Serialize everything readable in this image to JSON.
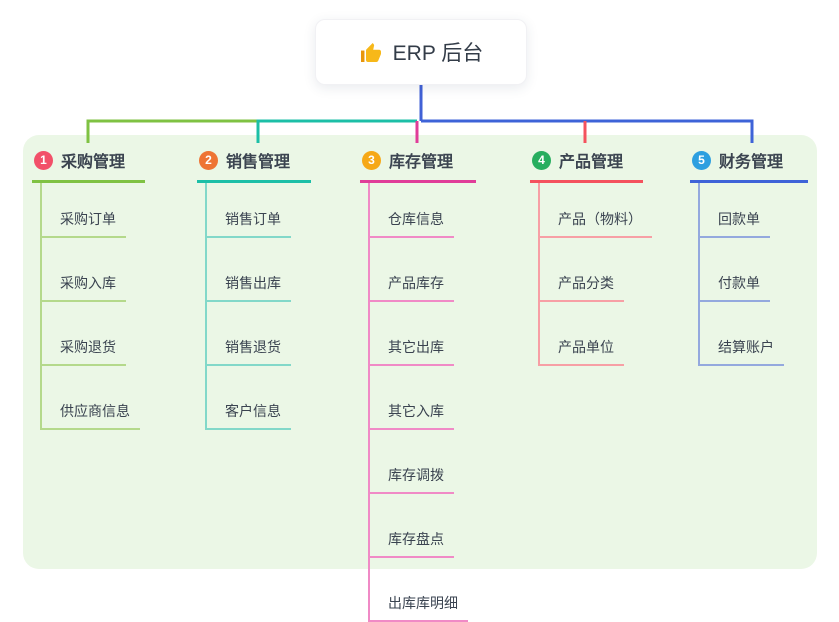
{
  "root": {
    "label": "ERP 后台",
    "icon": "thumbs-up-icon"
  },
  "colors": {
    "canvas_bg": "#ffffff",
    "panel_bg": "#ebf7e6",
    "root_connector": "#4161d6",
    "node_text": "#3a4350"
  },
  "branches": [
    {
      "badge": "1",
      "badge_color": "#f25069",
      "line_color": "#7fc243",
      "child_line_color": "#b4d98b",
      "label": "采购管理",
      "children": [
        "采购订单",
        "采购入库",
        "采购退货",
        "供应商信息"
      ]
    },
    {
      "badge": "2",
      "badge_color": "#ee7434",
      "line_color": "#1cbfa7",
      "child_line_color": "#82d8c9",
      "label": "销售管理",
      "children": [
        "销售订单",
        "销售出库",
        "销售退货",
        "客户信息"
      ]
    },
    {
      "badge": "3",
      "badge_color": "#f6a816",
      "line_color": "#e03d99",
      "child_line_color": "#f08ac6",
      "label": "库存管理",
      "children": [
        "仓库信息",
        "产品库存",
        "其它出库",
        "其它入库",
        "库存调拨",
        "库存盘点",
        "出库库明细"
      ]
    },
    {
      "badge": "4",
      "badge_color": "#27ae5f",
      "line_color": "#f4525e",
      "child_line_color": "#f79fa5",
      "label": "产品管理",
      "children": [
        "产品（物料）",
        "产品分类",
        "产品单位"
      ]
    },
    {
      "badge": "5",
      "badge_color": "#2d9fe0",
      "line_color": "#3e63d8",
      "child_line_color": "#94a9de",
      "label": "财务管理",
      "children": [
        "回款单",
        "付款单",
        "结算账户"
      ]
    }
  ]
}
